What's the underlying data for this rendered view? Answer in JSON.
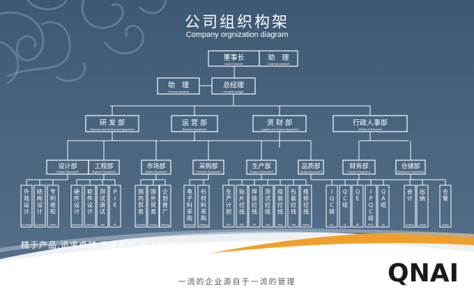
{
  "title": "公司组织构架",
  "subtitle": "Company orgnization diagram",
  "slogan": "精于产品,追求卓越,迅速反应,马上行动!",
  "footer": "一流的企业源自于一流的管理",
  "logo": {
    "letters": "QNAI"
  },
  "colors": {
    "background": "#4a6580",
    "line": "#ffffff",
    "orange": "#f0a02a",
    "logo": "#1a1a1a"
  },
  "nodes": {
    "chairman": {
      "cn": "董事长",
      "en": "Board Chairman"
    },
    "chairman_assistant": {
      "cn": "助　理",
      "en": "Chairman Assistant"
    },
    "gm": {
      "cn": "总经理",
      "en": "Gernaral manager"
    },
    "gm_assistant": {
      "cn": "助　理",
      "en": "Chairman Assistant"
    },
    "rd": {
      "cn": "研 发 部",
      "en": "Research and development department"
    },
    "ops": {
      "cn": "运 营 部",
      "en": "Business Department"
    },
    "finance": {
      "cn": "资 财 部",
      "en": "Logistics and Finance department"
    },
    "admin": {
      "cn": "行政人事部",
      "en": "Ministry of Personnel"
    },
    "design": {
      "cn": "设计部",
      "en": "Design Department"
    },
    "engineering": {
      "cn": "工程部",
      "en": "Engineer Department"
    },
    "market": {
      "cn": "市场部",
      "en": "Market Department"
    },
    "purchase": {
      "cn": "采购部",
      "en": "Purchase Department"
    },
    "production": {
      "cn": "生产部",
      "en": "Produce Department"
    },
    "quality": {
      "cn": "品质部",
      "en": "Quality Department"
    },
    "accounts": {
      "cn": "财务部",
      "en": "Finance Department"
    },
    "warehouse": {
      "cn": "仓储部",
      "en": "Warehouse Department"
    }
  },
  "leaves": {
    "design": [
      {
        "cn": "外观设计",
        "en": "Ex Design"
      },
      {
        "cn": "结构设计",
        "en": "St Design"
      },
      {
        "cn": "专利维权",
        "en": "Patent"
      }
    ],
    "engineering": [
      {
        "cn": "硬件设计",
        "en": "Hardware"
      },
      {
        "cn": "软件设计",
        "en": "Software"
      },
      {
        "cn": "测试调试",
        "en": "Test"
      },
      {
        "cn": "PIE",
        "en": "PE"
      }
    ],
    "market": [
      {
        "cn": "国内贸易",
        "en": "Domestic"
      },
      {
        "cn": "国外贸易",
        "en": "Foreign"
      },
      {
        "cn": "企划推广",
        "en": "Planning"
      }
    ],
    "purchase": [
      {
        "cn": "电子料采购",
        "en": "Electronic"
      },
      {
        "cn": "包材料采购",
        "en": "Packing"
      }
    ],
    "production": [
      {
        "cn": "生产计划",
        "en": "PMC"
      },
      {
        "cn": "贴片拉线",
        "en": "SMT"
      },
      {
        "cn": "焊接拉线",
        "en": "DIP"
      },
      {
        "cn": "测试拉线",
        "en": "Test"
      },
      {
        "cn": "组装拉线",
        "en": "Assy"
      },
      {
        "cn": "包装拉线",
        "en": "Pack"
      },
      {
        "cn": "维修拉线",
        "en": "Repair"
      }
    ],
    "quality": [
      {
        "cn": "IQC组",
        "en": "IQC"
      },
      {
        "cn": "QC组",
        "en": "QC"
      },
      {
        "cn": "QE",
        "en": "QE"
      },
      {
        "cn": "IPQC组",
        "en": "IPQC"
      },
      {
        "cn": "QA组",
        "en": "QA"
      }
    ],
    "accounts": [
      {
        "cn": "会计",
        "en": "Account"
      },
      {
        "cn": "出纳",
        "en": "Cashier"
      }
    ],
    "warehouse": [
      {
        "cn": "仓管",
        "en": "Keeper"
      }
    ]
  }
}
